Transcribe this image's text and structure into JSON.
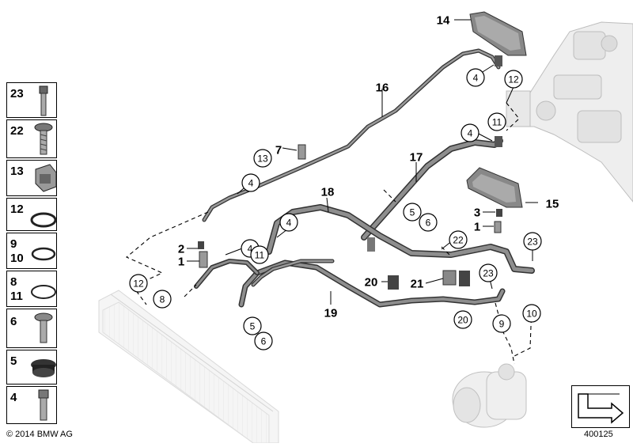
{
  "diagram": {
    "copyright": "© 2014 BMW AG",
    "image_number": "400125",
    "callouts": [
      {
        "id": "c14",
        "label": "14",
        "circled": false
      },
      {
        "id": "c16",
        "label": "16",
        "circled": false
      },
      {
        "id": "c7",
        "label": "7",
        "circled": false
      },
      {
        "id": "c17",
        "label": "17",
        "circled": false
      },
      {
        "id": "c18",
        "label": "18",
        "circled": false
      },
      {
        "id": "c15",
        "label": "15",
        "circled": false
      },
      {
        "id": "c3",
        "label": "3",
        "circled": false
      },
      {
        "id": "c1a",
        "label": "1",
        "circled": false
      },
      {
        "id": "c2",
        "label": "2",
        "circled": false
      },
      {
        "id": "c1b",
        "label": "1",
        "circled": false
      },
      {
        "id": "c20a",
        "label": "20",
        "circled": false
      },
      {
        "id": "c21",
        "label": "21",
        "circled": false
      },
      {
        "id": "c19",
        "label": "19",
        "circled": false
      },
      {
        "id": "c4a",
        "label": "4",
        "circled": true
      },
      {
        "id": "c12a",
        "label": "12",
        "circled": true
      },
      {
        "id": "c4b",
        "label": "4",
        "circled": true
      },
      {
        "id": "c11a",
        "label": "11",
        "circled": true
      },
      {
        "id": "c13",
        "label": "13",
        "circled": true
      },
      {
        "id": "c4c",
        "label": "4",
        "circled": true
      },
      {
        "id": "c4d",
        "label": "4",
        "circled": true
      },
      {
        "id": "c5a",
        "label": "5",
        "circled": true
      },
      {
        "id": "c6a",
        "label": "6",
        "circled": true
      },
      {
        "id": "c4e",
        "label": "4",
        "circled": true
      },
      {
        "id": "c22",
        "label": "22",
        "circled": true
      },
      {
        "id": "c23a",
        "label": "23",
        "circled": true
      },
      {
        "id": "c11b",
        "label": "11",
        "circled": true
      },
      {
        "id": "c12b",
        "label": "12",
        "circled": true
      },
      {
        "id": "c23b",
        "label": "23",
        "circled": true
      },
      {
        "id": "c8",
        "label": "8",
        "circled": true
      },
      {
        "id": "c20b",
        "label": "20",
        "circled": true
      },
      {
        "id": "c9",
        "label": "9",
        "circled": true
      },
      {
        "id": "c10",
        "label": "10",
        "circled": true
      },
      {
        "id": "c5b",
        "label": "5",
        "circled": true
      },
      {
        "id": "c6b",
        "label": "6",
        "circled": true
      }
    ]
  },
  "legend": {
    "items": [
      {
        "label": "23",
        "icon": "bolt-icon"
      },
      {
        "label": "22",
        "icon": "screw-icon"
      },
      {
        "label": "13",
        "icon": "clip-icon"
      },
      {
        "label": "12",
        "icon": "o-ring-icon"
      },
      {
        "label_1": "9",
        "label_2": "10",
        "icon": "o-ring-icon"
      },
      {
        "label_1": "8",
        "label_2": "11",
        "icon": "o-ring-icon"
      },
      {
        "label": "6",
        "icon": "bolt-icon"
      },
      {
        "label": "5",
        "icon": "grommet-icon"
      },
      {
        "label": "4",
        "icon": "bolt-icon"
      }
    ]
  }
}
